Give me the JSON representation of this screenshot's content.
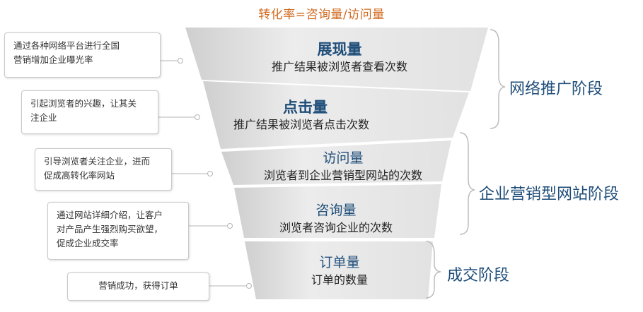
{
  "formula": "转化率=咨询量/访问量",
  "stages": [
    {
      "title": "展现量",
      "subtitle": "推广结果被浏览者查看次数"
    },
    {
      "title": "点击量",
      "subtitle": "推广结果被浏览者点击次数"
    },
    {
      "title": "访问量",
      "subtitle": "浏览者到企业营销型网站的次数"
    },
    {
      "title": "咨询量",
      "subtitle": "浏览者咨询企业的次数"
    },
    {
      "title": "订单量",
      "subtitle": "订单的数量"
    }
  ],
  "notes": [
    {
      "line1": "通过各种网络平台进行全国",
      "line2": "营销增加企业曝光率",
      "line3": ""
    },
    {
      "line1": "引起浏览者的兴趣，让其关",
      "line2": "注企业",
      "line3": ""
    },
    {
      "line1": "引导浏览者关注企业，进而",
      "line2": "促成高转化率网站",
      "line3": ""
    },
    {
      "line1": "通过网站详细介绍，让客户",
      "line2": "对产品产生强烈购买欲望，",
      "line3": "促成企业成交率"
    },
    {
      "line1": "营销成功，获得订单",
      "line2": "",
      "line3": ""
    }
  ],
  "phases": [
    {
      "label": "网络推广阶段"
    },
    {
      "label": "企业营销型网站阶段"
    },
    {
      "label": "成交阶段"
    }
  ],
  "colors": {
    "formula": "#d2691e",
    "title": "#1f4e79",
    "funnel": "#e4e4e4"
  }
}
